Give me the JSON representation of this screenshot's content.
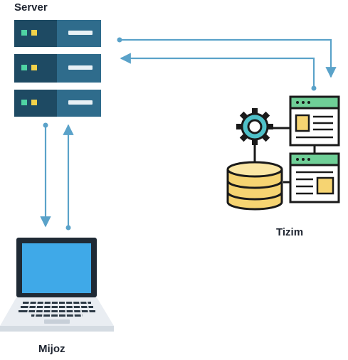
{
  "nodes": {
    "server": {
      "label": "Server",
      "icon": "server-rack-icon"
    },
    "system": {
      "label": "Tizim",
      "icon": "system-database-icon"
    },
    "client": {
      "label": "Mijoz",
      "icon": "laptop-icon"
    }
  },
  "colors": {
    "server_dark": "#1e4a63",
    "server_light": "#2f6c8c",
    "led_green": "#4fd3a3",
    "led_yellow": "#f2d24a",
    "arrow": "#5aa2c9",
    "panel_green": "#6fcf97",
    "db_yellow": "#f6d472",
    "outline": "#1a1a1a",
    "laptop_screen": "#3fa9e8",
    "laptop_body": "#e9edf2",
    "keyboard": "#2d3a46"
  }
}
